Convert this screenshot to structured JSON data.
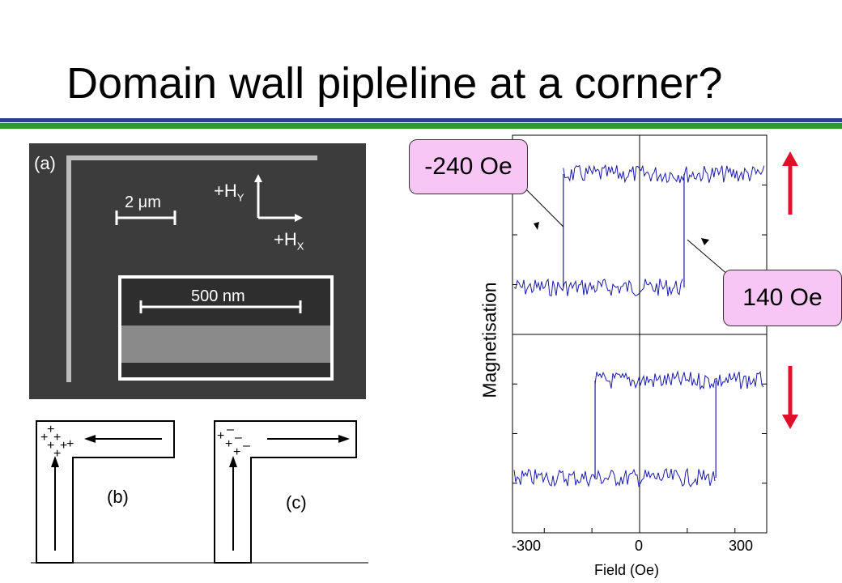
{
  "slide": {
    "title": "Domain wall pipleline at a corner?"
  },
  "micrograph": {
    "panel_label": "(a)",
    "scale_bar": "2 μm",
    "field_y": "+H",
    "field_y_sub": "Y",
    "field_x": "+H",
    "field_x_sub": "X",
    "inset_scale": "500 nm"
  },
  "schematics": {
    "b_label": "(b)",
    "c_label": "(c)",
    "b_charges": [
      "+",
      "+",
      "+",
      "+",
      "+",
      "+",
      "+"
    ],
    "c_charges": [
      "+",
      "–",
      "+",
      "–",
      "+",
      "–"
    ]
  },
  "chart_data": {
    "type": "line",
    "xlabel": "Field (Oe)",
    "ylabel": "Magnetisation",
    "xlim": [
      -400,
      400
    ],
    "x_ticks": [
      -300,
      0,
      300
    ],
    "x_tick_labels": [
      "-300",
      "0",
      "300"
    ],
    "panels": [
      {
        "name": "top",
        "switch_down_to_up": -240,
        "switch_up_to_down": 140,
        "arrow": "up"
      },
      {
        "name": "bottom",
        "switch_down_to_up": -140,
        "switch_up_to_down": 240,
        "arrow": "down"
      }
    ],
    "annotations": [
      "-240 Oe",
      "140 Oe"
    ],
    "line_color": "#1a1aa8",
    "arrow_color": "#e0102a"
  }
}
